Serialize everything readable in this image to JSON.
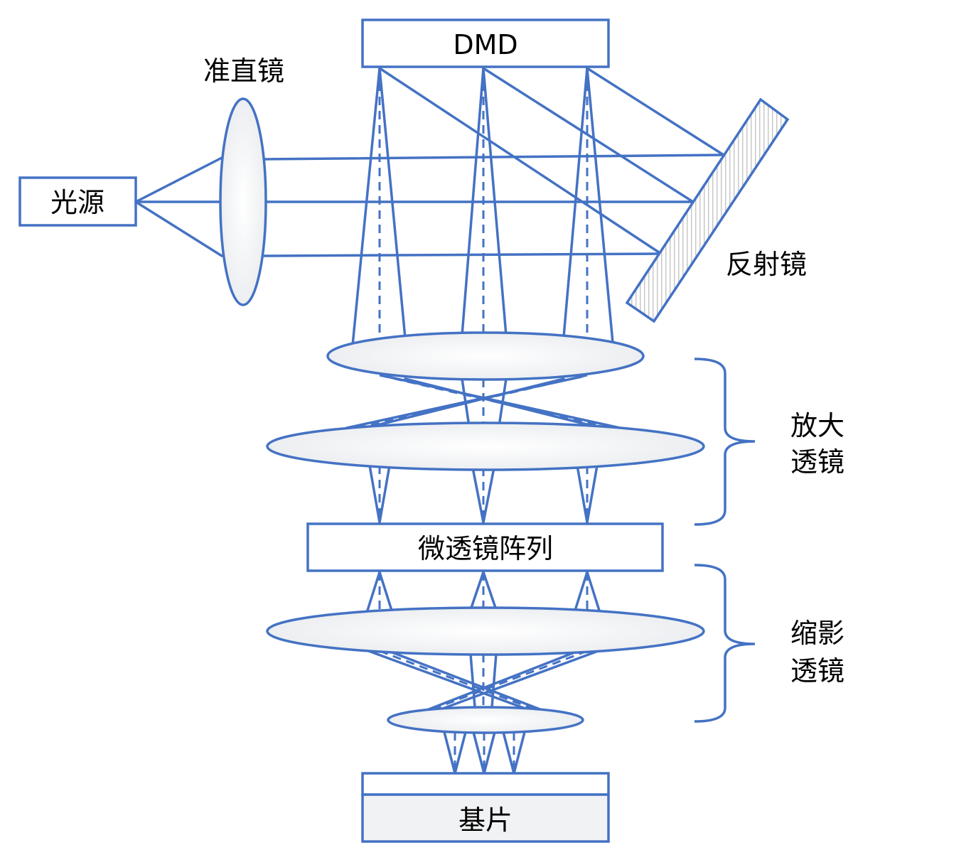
{
  "labels": {
    "dmd": "DMD",
    "collimator": "准直镜",
    "light_source": "光源",
    "mirror": "反射镜",
    "magnify_line1": "放大",
    "magnify_line2": "透镜",
    "microlens_array": "微透镜阵列",
    "reduce_line1": "缩影",
    "reduce_line2": "透镜",
    "substrate": "基片"
  },
  "colors": {
    "stroke": "#4472c4",
    "lens_fill": "#f1f2f4",
    "mirror_hatch": "#c8c8c8",
    "text": "#000000"
  }
}
